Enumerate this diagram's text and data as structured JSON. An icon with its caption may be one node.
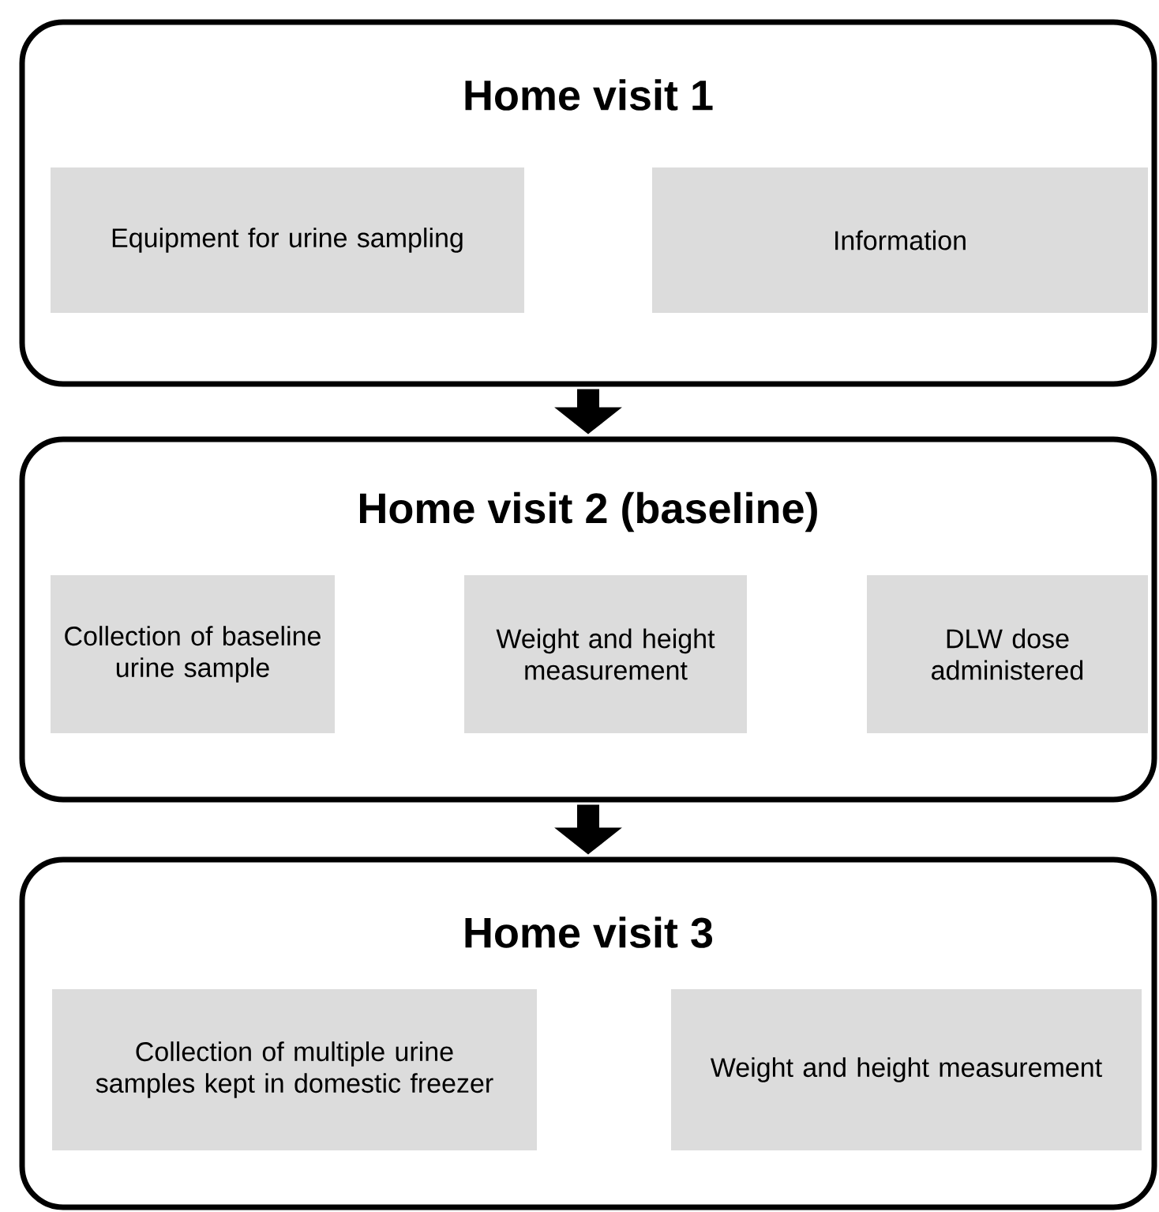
{
  "diagram": {
    "nodes": [
      {
        "text": [
          "Home visit 1"
        ]
      },
      {
        "text": [
          "Equipment for urine sampling"
        ],
        "in": 0
      },
      {
        "text": [
          "Information"
        ],
        "in": 0
      },
      {
        "text": [
          "Home visit 2 (baseline)"
        ]
      },
      {
        "text": [
          "Collection of baseline urine sample"
        ],
        "in": 3
      },
      {
        "text": [
          "Weight and height measurement"
        ],
        "in": 3
      },
      {
        "text": [
          "DLW dose administered"
        ],
        "in": 3
      },
      {
        "text": [
          "Home visit 3"
        ]
      },
      {
        "text": [
          "Collection of multiple urine samples kept in domestic freezer"
        ],
        "in": 7
      },
      {
        "text": [
          "Weight and height measurement"
        ],
        "in": 7
      }
    ],
    "edges": [
      {
        "from": 0,
        "to": 3,
        "arrow": "to"
      },
      {
        "from": 3,
        "to": 7,
        "arrow": "to"
      }
    ]
  }
}
